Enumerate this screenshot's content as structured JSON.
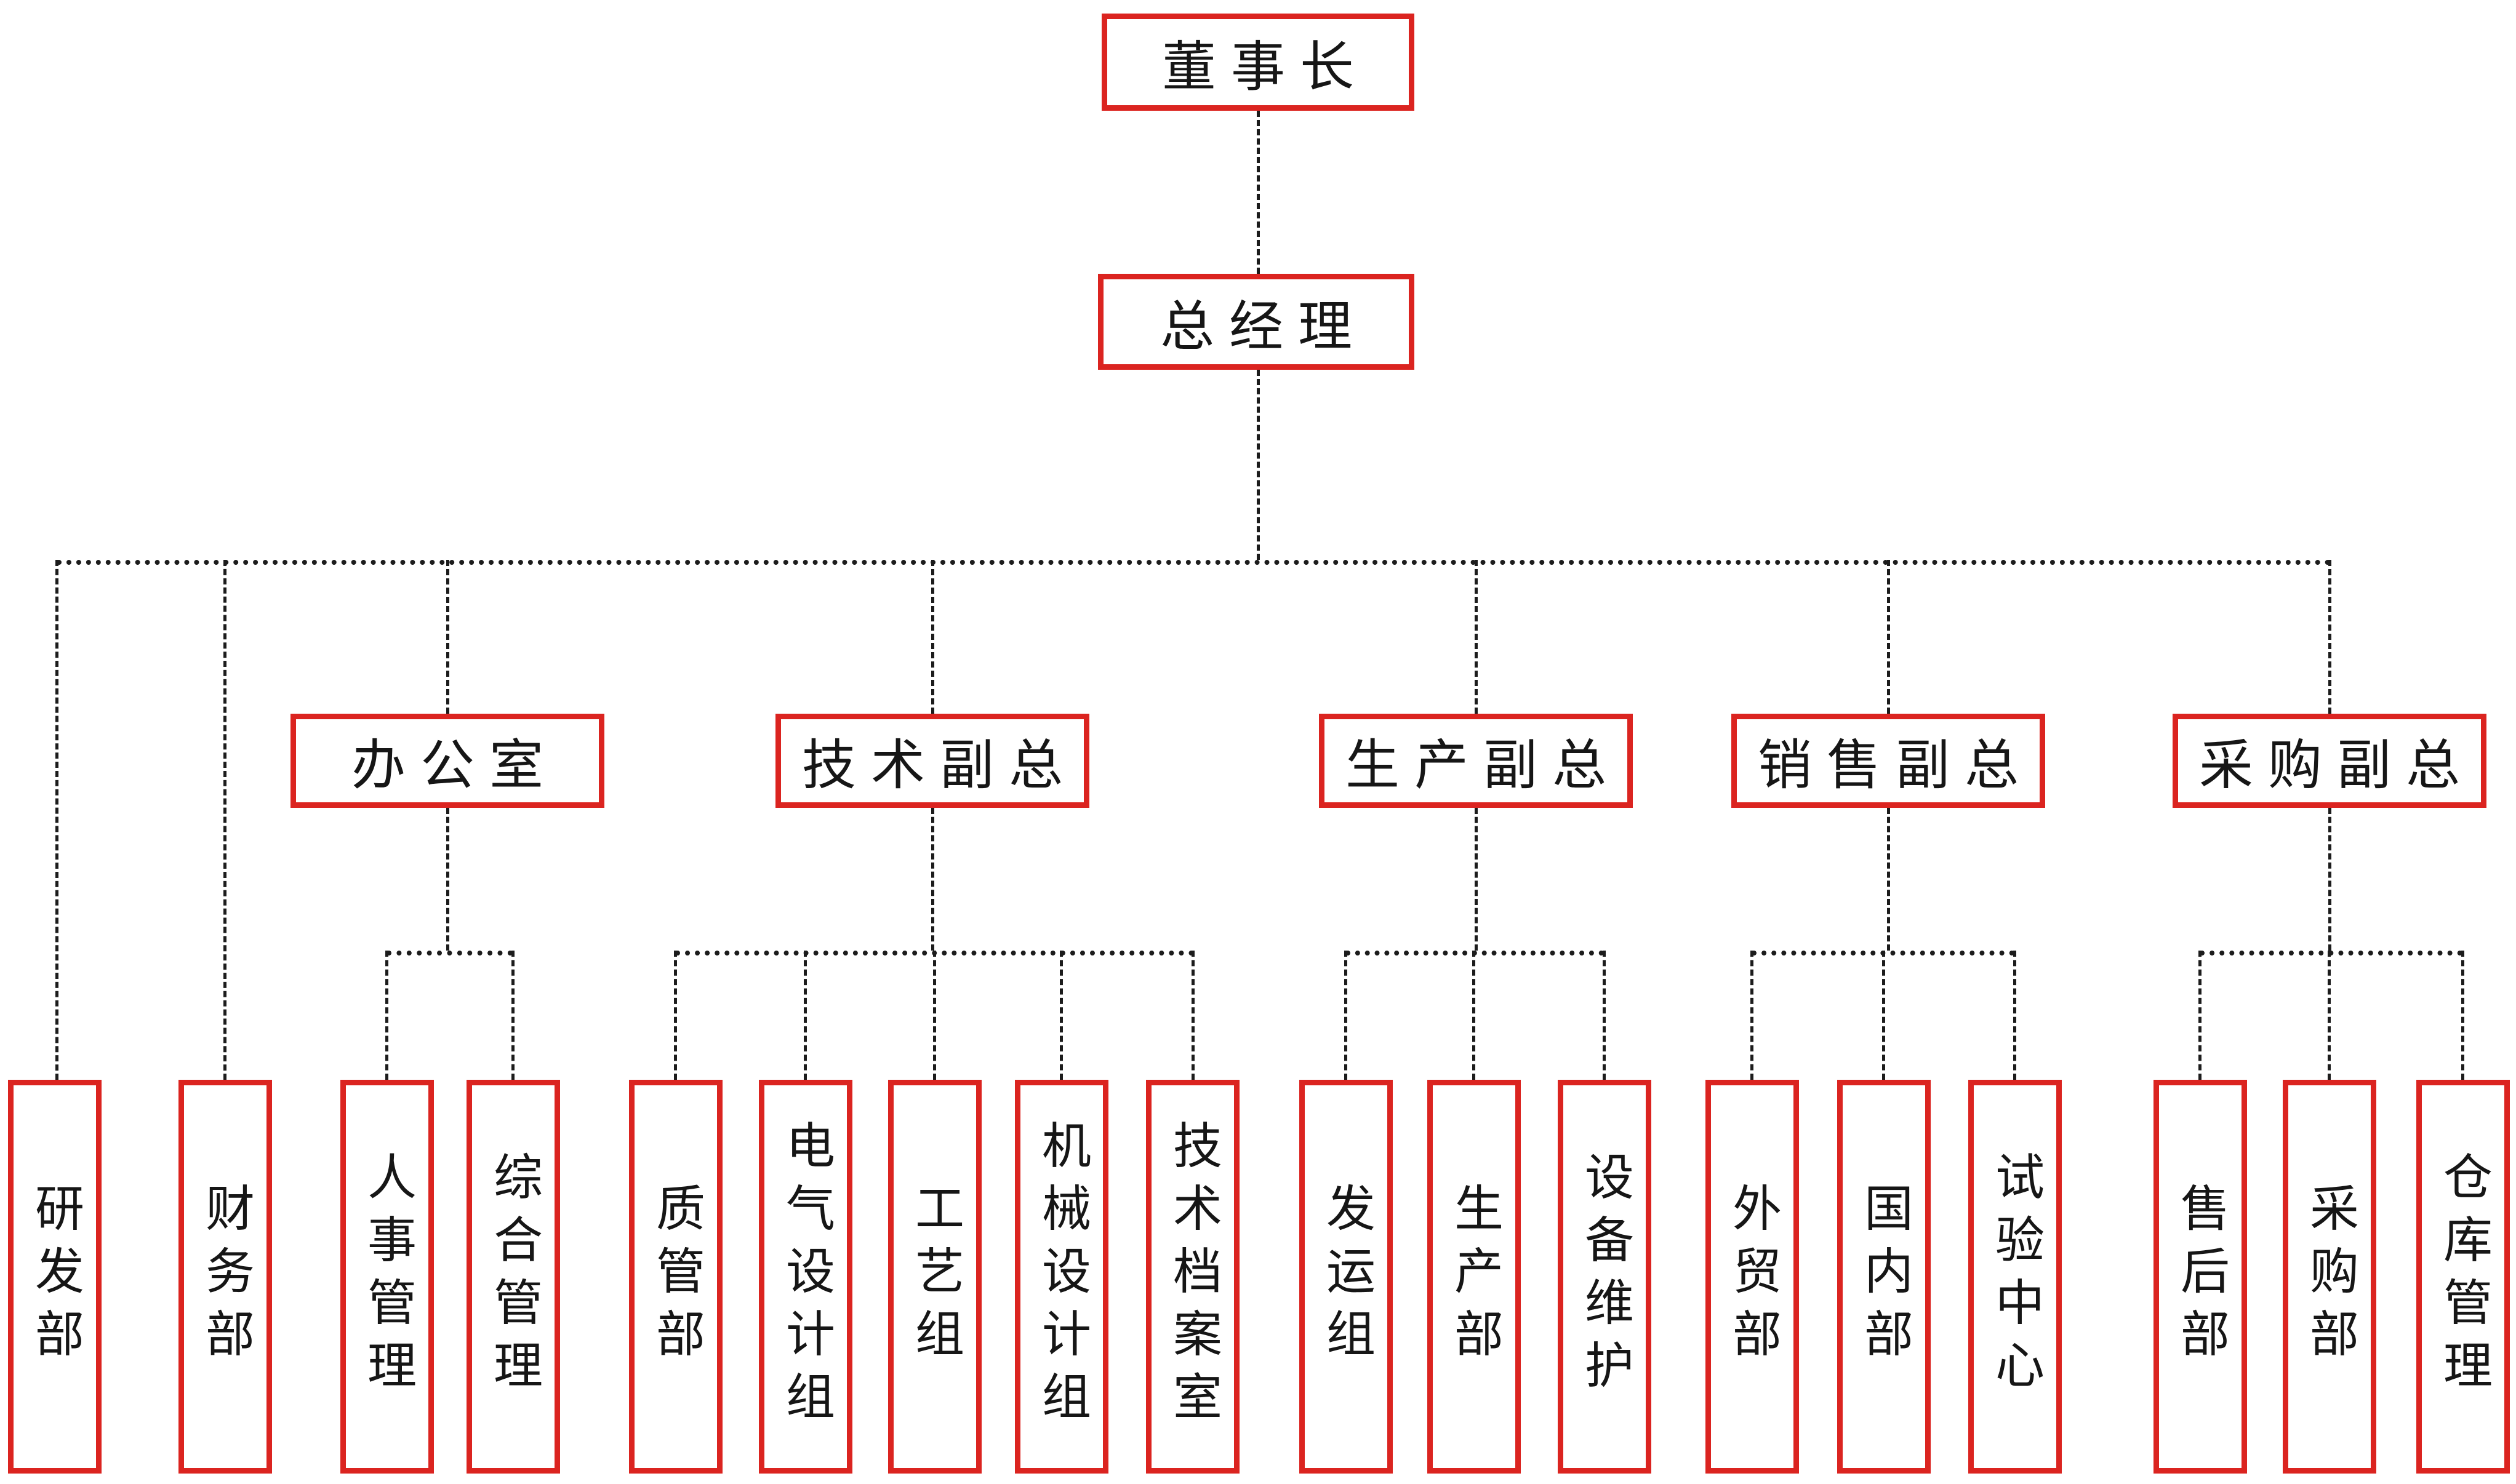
{
  "orgchart": {
    "chairman": "董事长",
    "general_manager": "总经理",
    "direct_departments": [
      "研发部",
      "财务部"
    ],
    "branches": [
      {
        "label": "办公室",
        "children": [
          "人事管理",
          "综合管理"
        ]
      },
      {
        "label": "技术副总",
        "children": [
          "质管部",
          "电气设计组",
          "工艺组",
          "机械设计组",
          "技术档案室"
        ]
      },
      {
        "label": "生产副总",
        "children": [
          "发运组",
          "生产部",
          "设备维护"
        ]
      },
      {
        "label": "销售副总",
        "children": [
          "外贸部",
          "国内部",
          "试验中心"
        ]
      },
      {
        "label": "采购副总",
        "children": [
          "售后部",
          "采购部",
          "仓库管理"
        ]
      }
    ],
    "colors": {
      "box_border": "#db2420",
      "connector": "#1c1c1c",
      "text": "#161616",
      "background": "#ffffff"
    }
  }
}
